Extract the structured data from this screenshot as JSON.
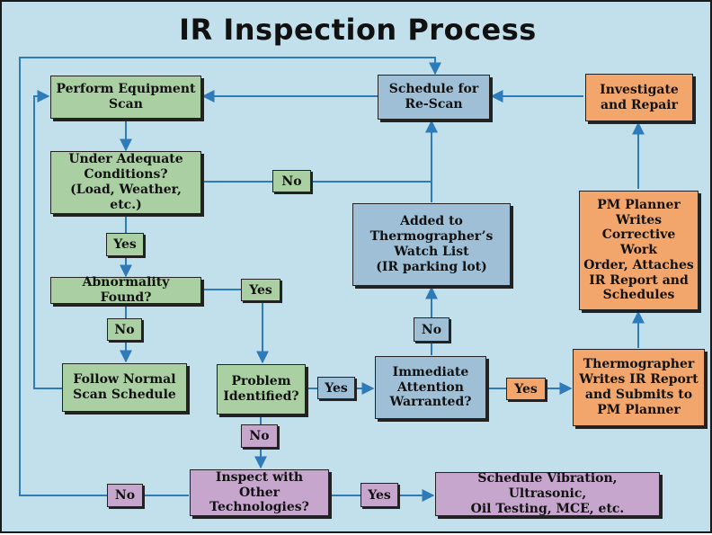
{
  "title": "IR Inspection Process",
  "colors": {
    "background": "#c2e0ec",
    "scan_steps": "#a9cfa2",
    "rescan_steps": "#9fbfd6",
    "repair_steps": "#f2a66c",
    "other_tech_steps": "#c7a6ce",
    "connector": "#2f7ab8"
  },
  "nodes": {
    "perform_scan": "Perform Equipment\nScan",
    "adequate_conditions": "Under Adequate\nConditions?\n(Load, Weather, etc.)",
    "abnormality_found": "Abnormality Found?",
    "follow_normal": "Follow Normal\nScan Schedule",
    "problem_identified": "Problem\nIdentified?",
    "immediate_attention": "Immediate\nAttention\nWarranted?",
    "watch_list": "Added to\nThermographer’s\nWatch List\n(IR parking lot)",
    "schedule_rescan": "Schedule for\nRe-Scan",
    "investigate_repair": "Investigate\nand Repair",
    "pm_planner": "PM Planner\nWrites\nCorrective Work\nOrder, Attaches\nIR Report and\nSchedules",
    "thermographer_report": "Thermographer\nWrites IR Report\nand Submits to\nPM Planner",
    "inspect_other": "Inspect with Other\nTechnologies?",
    "schedule_vibration": "Schedule Vibration, Ultrasonic,\nOil Testing, MCE, etc."
  },
  "edge_labels": {
    "conditions_no": "No",
    "conditions_yes": "Yes",
    "abnormality_yes": "Yes",
    "abnormality_no": "No",
    "problem_yes": "Yes",
    "problem_no": "No",
    "attention_no": "No",
    "attention_yes": "Yes",
    "other_no": "No",
    "other_yes": "Yes"
  }
}
